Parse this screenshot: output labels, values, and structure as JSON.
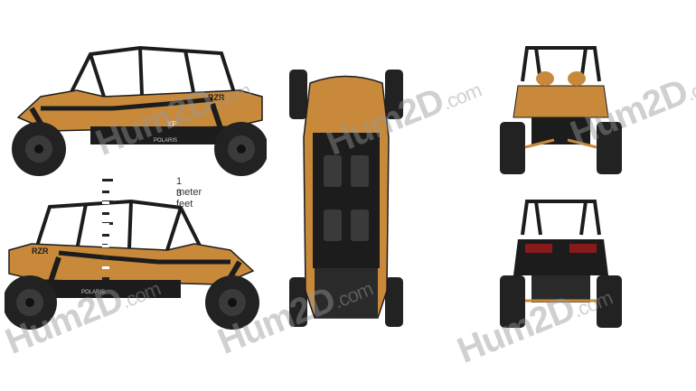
{
  "scale": {
    "meter_label": "1 meter",
    "feet_label": "3 feet"
  },
  "vehicle": {
    "brand_side": "POLARIS",
    "badge": "RZR",
    "model_mark": "XP"
  },
  "watermark": {
    "brand": "Hum2D",
    "suffix": ".com"
  },
  "colors": {
    "body": "#c88a3a",
    "frame": "#1c1c1c",
    "tire": "#222222",
    "rim": "#3a3a3a",
    "background": "#ffffff"
  }
}
